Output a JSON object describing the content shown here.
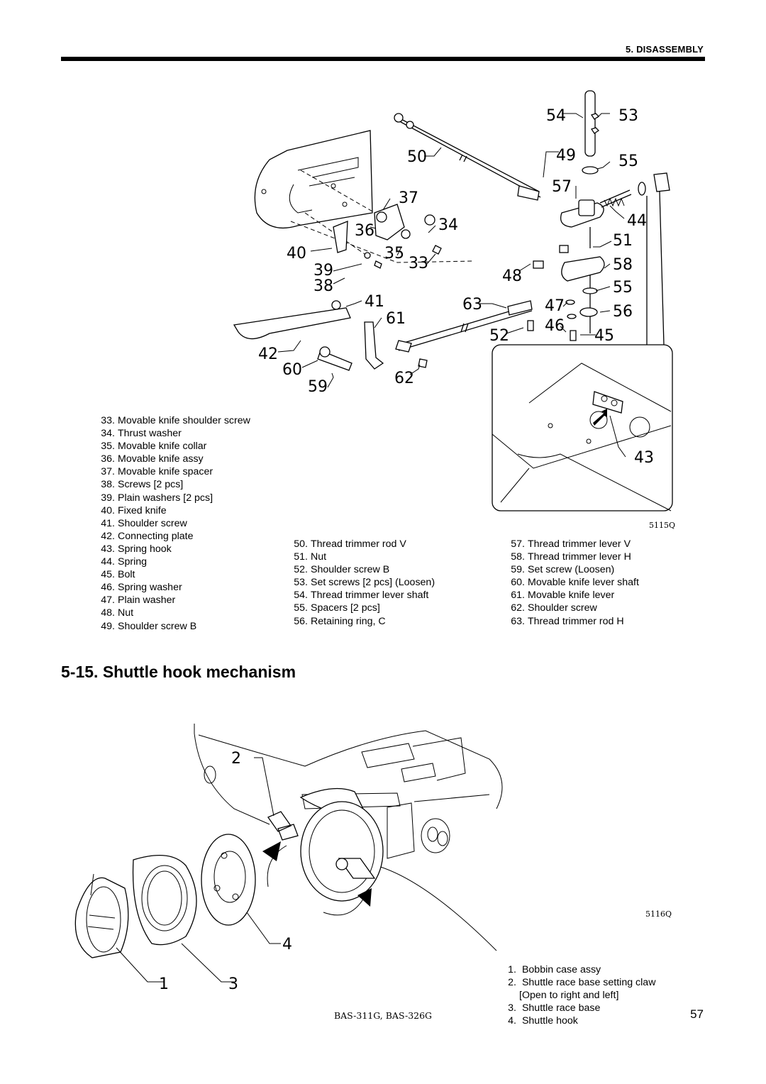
{
  "header": {
    "section": "5. DISASSEMBLY"
  },
  "figure1": {
    "image_code": "5115Q",
    "callouts": [
      "33",
      "34",
      "35",
      "36",
      "37",
      "38",
      "39",
      "40",
      "41",
      "42",
      "43",
      "44",
      "45",
      "46",
      "47",
      "48",
      "49",
      "50",
      "51",
      "52",
      "53",
      "54",
      "55",
      "55",
      "56",
      "57",
      "58",
      "59",
      "60",
      "61",
      "62",
      "63"
    ]
  },
  "parts_list_1": {
    "column_a": [
      {
        "num": "33.",
        "text": "Movable knife shoulder screw"
      },
      {
        "num": "34.",
        "text": "Thrust washer"
      },
      {
        "num": "35.",
        "text": "Movable knife collar"
      },
      {
        "num": "36.",
        "text": "Movable knife assy"
      },
      {
        "num": "37.",
        "text": "Movable knife spacer"
      },
      {
        "num": "38.",
        "text": "Screws [2 pcs]"
      },
      {
        "num": "39.",
        "text": "Plain washers [2 pcs]"
      },
      {
        "num": "40.",
        "text": "Fixed knife"
      },
      {
        "num": "41.",
        "text": "Shoulder screw"
      },
      {
        "num": "42.",
        "text": "Connecting plate"
      },
      {
        "num": "43.",
        "text": "Spring hook"
      },
      {
        "num": "44.",
        "text": "Spring"
      },
      {
        "num": "45.",
        "text": "Bolt"
      },
      {
        "num": "46.",
        "text": "Spring washer"
      },
      {
        "num": "47.",
        "text": "Plain washer"
      },
      {
        "num": "48.",
        "text": "Nut"
      },
      {
        "num": "49.",
        "text": "Shoulder screw B"
      }
    ],
    "column_b": [
      {
        "num": "50.",
        "text": "Thread trimmer rod V"
      },
      {
        "num": "51.",
        "text": "Nut"
      },
      {
        "num": "52.",
        "text": "Shoulder screw B"
      },
      {
        "num": "53.",
        "text": "Set screws [2 pcs] (Loosen)"
      },
      {
        "num": "54.",
        "text": "Thread trimmer lever shaft"
      },
      {
        "num": "55.",
        "text": "Spacers [2 pcs]"
      },
      {
        "num": "56.",
        "text": "Retaining ring, C"
      }
    ],
    "column_c": [
      {
        "num": "57.",
        "text": "Thread trimmer lever V"
      },
      {
        "num": "58.",
        "text": "Thread trimmer lever H"
      },
      {
        "num": "59.",
        "text": "Set screw (Loosen)"
      },
      {
        "num": "60.",
        "text": "Movable knife lever shaft"
      },
      {
        "num": "61.",
        "text": "Movable knife lever"
      },
      {
        "num": "62.",
        "text": "Shoulder screw"
      },
      {
        "num": "63.",
        "text": "Thread trimmer rod H"
      }
    ]
  },
  "section_title": "5-15. Shuttle hook mechanism",
  "figure2": {
    "image_code": "5116Q",
    "callouts": [
      "1",
      "2",
      "3",
      "4"
    ]
  },
  "parts_list_2": [
    {
      "num": "1.",
      "text": "Bobbin case assy"
    },
    {
      "num": "2.",
      "text": "Shuttle race base setting claw",
      "cont": "[Open to right and left]"
    },
    {
      "num": "3.",
      "text": "Shuttle race base"
    },
    {
      "num": "4.",
      "text": "Shuttle hook"
    }
  ],
  "footer": {
    "models": "BAS-311G, BAS-326G",
    "page_number": "57"
  }
}
